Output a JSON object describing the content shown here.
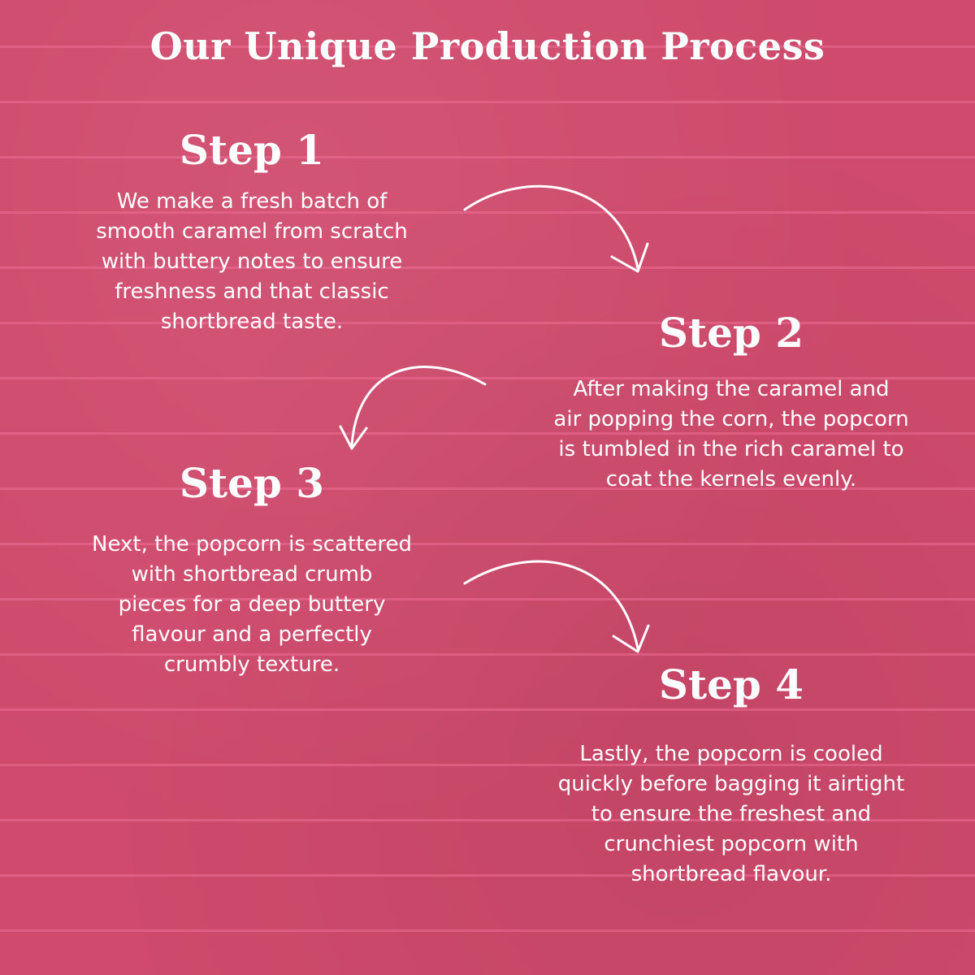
{
  "title": "Our Unique Production Process",
  "colors": {
    "background": "#cf4a6c",
    "stripe": "#ee6e96",
    "text": "#ffffff"
  },
  "steps": [
    {
      "heading": "Step 1",
      "text": "We make a fresh batch of\nsmooth caramel from scratch\nwith buttery notes to ensure\nfreshness and that classic\nshortbread taste."
    },
    {
      "heading": "Step 2",
      "text": "After making the caramel and\nair popping the corn, the popcorn\nis tumbled in the rich caramel to\ncoat the kernels evenly."
    },
    {
      "heading": "Step 3",
      "text": "Next, the popcorn is scattered\nwith shortbread crumb\npieces for a deep buttery\nflavour and a perfectly\ncrumbly texture."
    },
    {
      "heading": "Step 4",
      "text": "Lastly, the popcorn is cooled\nquickly before bagging it airtight\nto ensure the freshest and\ncrunchiest popcorn with\nshortbread flavour."
    }
  ],
  "arrows": [
    {
      "icon": "curved-arrow-right-icon"
    },
    {
      "icon": "curved-arrow-left-icon"
    },
    {
      "icon": "curved-arrow-right-icon"
    }
  ]
}
